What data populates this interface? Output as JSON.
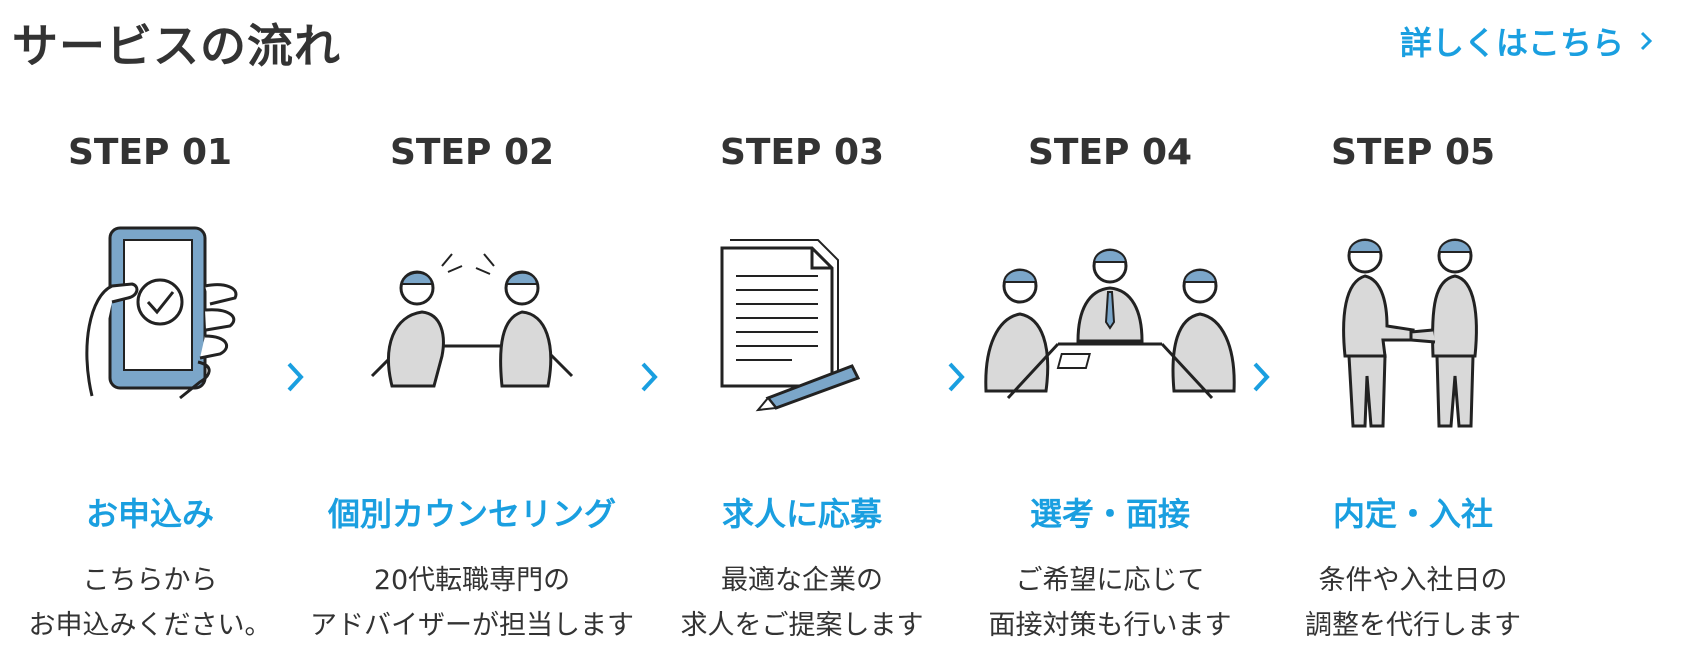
{
  "header": {
    "title": "サービスの流れ",
    "detail_link": "詳しくはこちら"
  },
  "steps": [
    {
      "label": "STEP 01",
      "title": "お申込み",
      "desc": [
        "こちらから",
        "お申込みください。"
      ],
      "illustration": "smartphone-check-icon"
    },
    {
      "label": "STEP 02",
      "title": "個別カウンセリング",
      "desc": [
        "20代転職専門の",
        "アドバイザーが担当します"
      ],
      "illustration": "counseling-icon"
    },
    {
      "label": "STEP 03",
      "title": "求人に応募",
      "desc": [
        "最適な企業の",
        "求人をご提案します"
      ],
      "illustration": "document-pencil-icon"
    },
    {
      "label": "STEP 04",
      "title": "選考・面接",
      "desc": [
        "ご希望に応じて",
        "面接対策も行います"
      ],
      "illustration": "interview-icon"
    },
    {
      "label": "STEP 05",
      "title": "内定・入社",
      "desc": [
        "条件や入社日の",
        "調整を代行します"
      ],
      "illustration": "handshake-icon"
    }
  ],
  "colors": {
    "accent": "#1a9fe0",
    "text": "#333333",
    "illustration_blue": "#7ba6c9",
    "illustration_gray": "#d9d9d9"
  }
}
